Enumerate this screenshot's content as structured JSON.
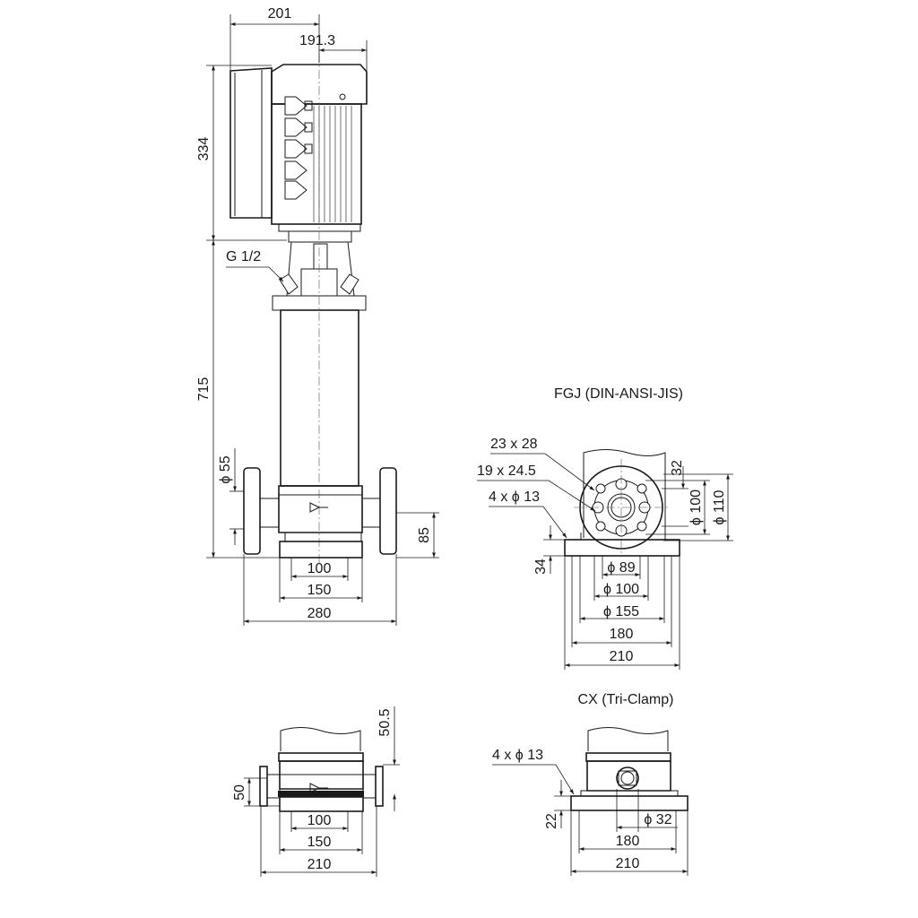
{
  "titles": {
    "fgj": "FGJ (DIN-ANSI-JIS)",
    "cx": "CX (Tri-Clamp)"
  },
  "labels": {
    "port": "G 1/2",
    "slot_a": "23 x 28",
    "slot_b": "19 x 24.5",
    "holes_fgj": "4 x ϕ 13",
    "holes_cx": "4 x   ϕ  13"
  },
  "dims": {
    "w201": "201",
    "w191": "191.3",
    "h334": "334",
    "h715": "715",
    "d55": "ϕ 55",
    "h85": "85",
    "b100": "100",
    "b150": "150",
    "b280": "280",
    "f32": "32",
    "f100": "ϕ 100",
    "f110": "ϕ 110",
    "f34": "34",
    "f89": "ϕ 89",
    "fd100": "ϕ 100",
    "f155": "ϕ 155",
    "f180": "180",
    "f210": "210",
    "c505": "50.5",
    "c50": "50",
    "c100": "100",
    "c150": "150",
    "c210": "210",
    "x22": "22",
    "x32": "ϕ 32",
    "x180": "180",
    "x210": "210"
  }
}
